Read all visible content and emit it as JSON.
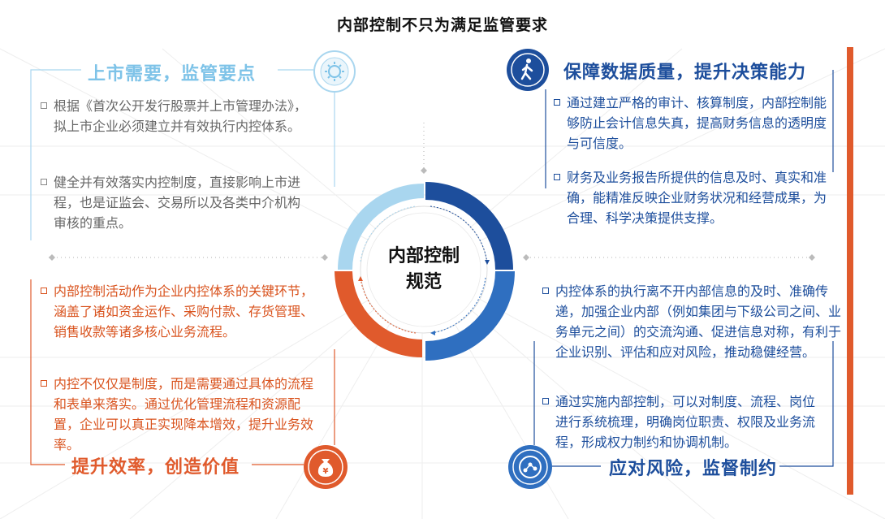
{
  "title": "内部控制不只为满足监管要求",
  "center": {
    "line1": "内部控制",
    "line2": "规范"
  },
  "quadrants": {
    "top_left": {
      "title": "上市需要，监管要点",
      "icon": "gear-lightbulb-icon",
      "items": [
        "根据《首次公开发行股票并上市管理办法》，拟上市企业必须建立并有效执行内控体系。",
        "健全并有效落实内控制度，直接影响上市进程，也是证监会、交易所以及各类中介机构审核的重点。"
      ]
    },
    "top_right": {
      "title": "保障数据质量，提升决策能力",
      "icon": "person-walking-icon",
      "items": [
        "通过建立严格的审计、核算制度，内部控制能够防止会计信息失真，提高财务信息的透明度与可信度。",
        "财务及业务报告所提供的信息及时、真实和准确，能精准反映企业财务状况和经营成果，为合理、科学决策提供支撑。"
      ]
    },
    "bottom_left": {
      "title": "提升效率，创造价值",
      "icon": "money-bag-icon",
      "items": [
        "内部控制活动作为企业内控体系的关键环节，涵盖了诸如资金运作、采购付款、存货管理、销售收款等诸多核心业务流程。",
        "内控不仅仅是制度，而是需要通过具体的流程和表单来落实。通过优化管理流程和资源配置，企业可以真正实现降本增效，提升业务效率。"
      ]
    },
    "bottom_right": {
      "title": "应对风险，监督制约",
      "icon": "network-nodes-icon",
      "items": [
        "内控体系的执行离不开内部信息的及时、准确传递，加强企业内部（例如集团与下级公司之间、业务单元之间）的交流沟通、促进信息对称，有利于企业识别、评估和应对风险，推动稳健经营。",
        "通过实施内部控制，可以对制度、流程、岗位进行系统梳理，明确岗位职责、权限及业务流程，形成权力制约和协调机制。"
      ]
    }
  },
  "colors": {
    "light_blue": "#7ec3e8",
    "dark_blue": "#1d4e9c",
    "orange": "#e05a2c",
    "gray_text": "#666666"
  }
}
